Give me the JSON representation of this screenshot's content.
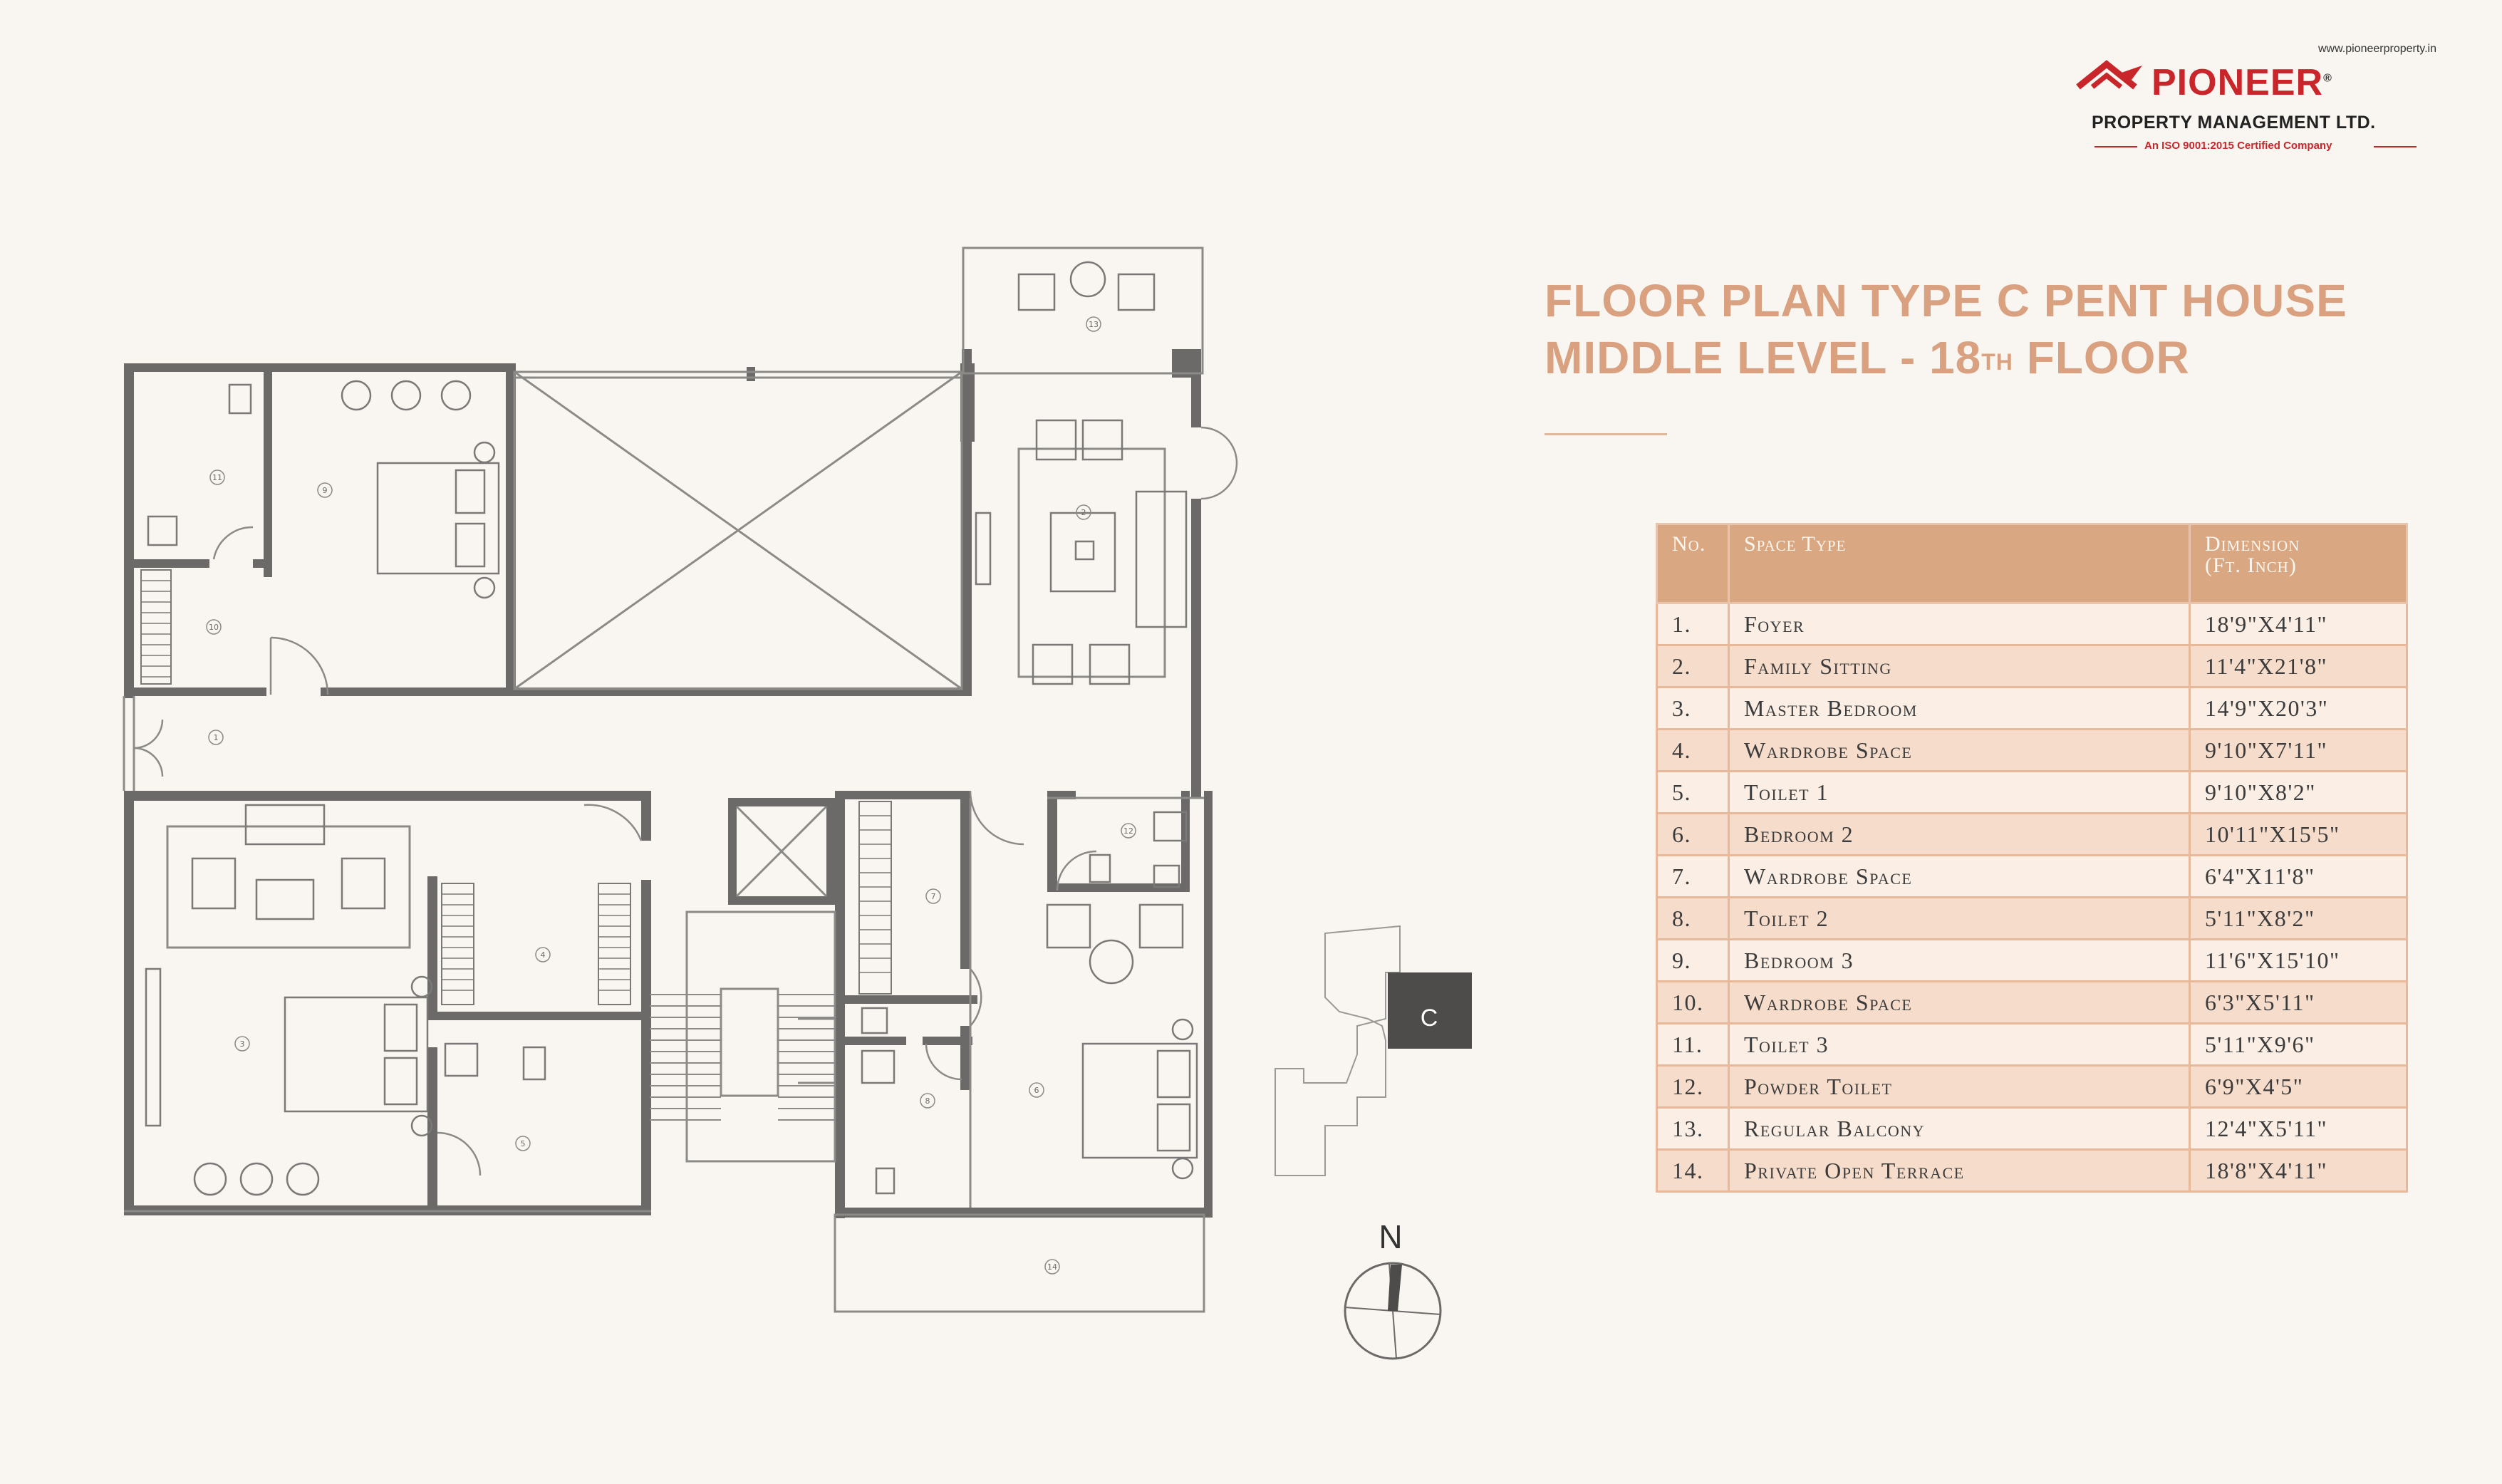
{
  "logo": {
    "url": "www.pioneerproperty.in",
    "brand": "PIONEER",
    "registered": "®",
    "company": "PROPERTY MANAGEMENT LTD.",
    "certification": "An ISO 9001:2015 Certified Company"
  },
  "title": {
    "line1": "FLOOR PLAN TYPE C PENT HOUSE",
    "line2_main": "MIDDLE  LEVEL - 18",
    "line2_sup": "TH",
    "line2_end": " FLOOR"
  },
  "table": {
    "headers": {
      "no": "No.",
      "space": "Space Type",
      "dimension_line1": "Dimension",
      "dimension_line2": "(Ft. Inch)"
    },
    "rows": [
      {
        "no": "1.",
        "space": "Foyer",
        "dim": "18'9\"X4'11\""
      },
      {
        "no": "2.",
        "space": "Family Sitting",
        "dim": "11'4\"X21'8\""
      },
      {
        "no": "3.",
        "space": "Master Bedroom",
        "dim": "14'9\"X20'3\""
      },
      {
        "no": "4.",
        "space": "Wardrobe Space",
        "dim": "9'10\"X7'11\""
      },
      {
        "no": "5.",
        "space": "Toilet 1",
        "dim": "9'10\"X8'2\""
      },
      {
        "no": "6.",
        "space": "Bedroom 2",
        "dim": "10'11\"X15'5\""
      },
      {
        "no": "7.",
        "space": "Wardrobe Space",
        "dim": "6'4\"X11'8\""
      },
      {
        "no": "8.",
        "space": "Toilet 2",
        "dim": "5'11\"X8'2\""
      },
      {
        "no": "9.",
        "space": "Bedroom 3",
        "dim": "11'6\"X15'10\""
      },
      {
        "no": "10.",
        "space": "Wardrobe Space",
        "dim": "6'3\"X5'11\""
      },
      {
        "no": "11.",
        "space": "Toilet 3",
        "dim": "5'11\"X9'6\""
      },
      {
        "no": "12.",
        "space": "Powder Toilet",
        "dim": "6'9\"X4'5\""
      },
      {
        "no": "13.",
        "space": "Regular Balcony",
        "dim": "12'4\"X5'11\""
      },
      {
        "no": "14.",
        "space": "Private Open Terrace",
        "dim": "18'8\"X4'11\""
      }
    ]
  },
  "plan": {
    "room_labels": [
      "1",
      "2",
      "3",
      "4",
      "5",
      "6",
      "7",
      "8",
      "9",
      "10",
      "11",
      "12",
      "13",
      "14"
    ],
    "key_plan_label": "C",
    "north_label": "N"
  },
  "colors": {
    "wall": "#6b6a68",
    "title": "#d9a17f",
    "table_header": "#d9a883",
    "table_row": "#fbeee4",
    "table_row_alt": "#f6dccb",
    "brand_red": "#c8262b"
  }
}
